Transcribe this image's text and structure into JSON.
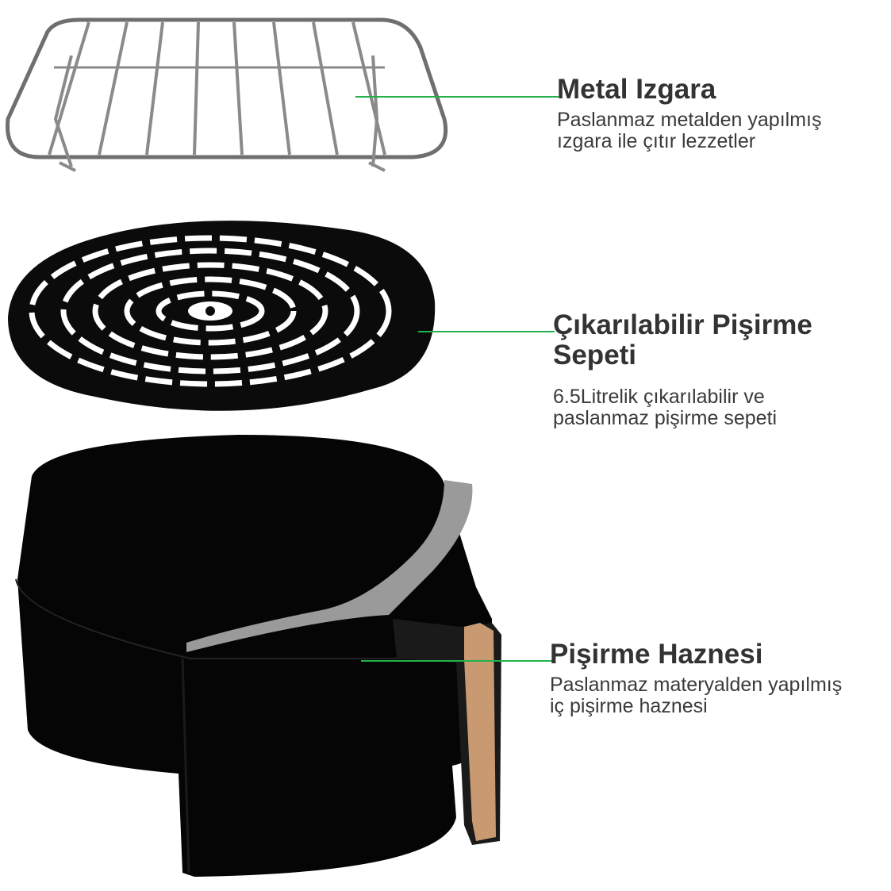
{
  "accent_color": "#22b14c",
  "features": [
    {
      "title": "Metal Izgara",
      "desc_lines": [
        "Paslanmaz metalden yapılmış",
        "ızgara ile çıtır lezzetler"
      ]
    },
    {
      "title_lines": [
        "Çıkarılabilir Pişirme",
        "Sepeti"
      ],
      "desc_lines": [
        "6.5Litrelik çıkarılabilir ve",
        "paslanmaz pişirme sepeti"
      ]
    },
    {
      "title": "Pişirme Haznesi",
      "desc_lines": [
        "Paslanmaz materyalden yapılmış",
        "iç pişirme haznesi"
      ]
    }
  ]
}
